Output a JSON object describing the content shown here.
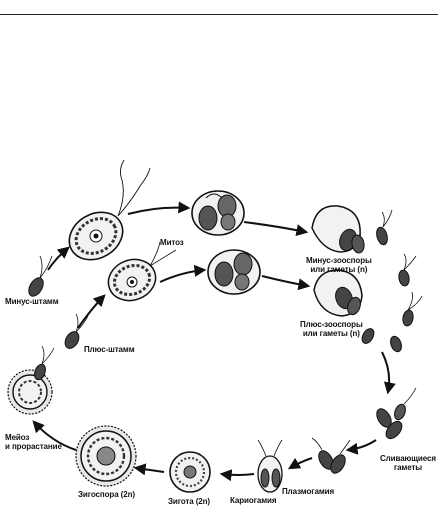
{
  "labels": {
    "minus_strain": "Минус-штамм",
    "plus_strain": "Плюс-штамм",
    "mitosis": "Митоз",
    "minus_zoospores": "Минус-зооспоры\nили гаметы (n)",
    "plus_zoospores": "Плюс-зооспоры\nили гаметы (n)",
    "fusing_gametes": "Сливающиеся\nгаметы",
    "plasmogamy": "Плазмогамия",
    "karyogamy": "Кариогамия",
    "zygote": "Зигота (2n)",
    "zygospore": "Зигоспора (2n)",
    "meiosis_germination": "Мейоз\nи прорастание"
  },
  "colors": {
    "ink": "#111111",
    "cell_fill": "#f2f2f2",
    "dark": "#3a3a3a",
    "background": "#ffffff"
  }
}
